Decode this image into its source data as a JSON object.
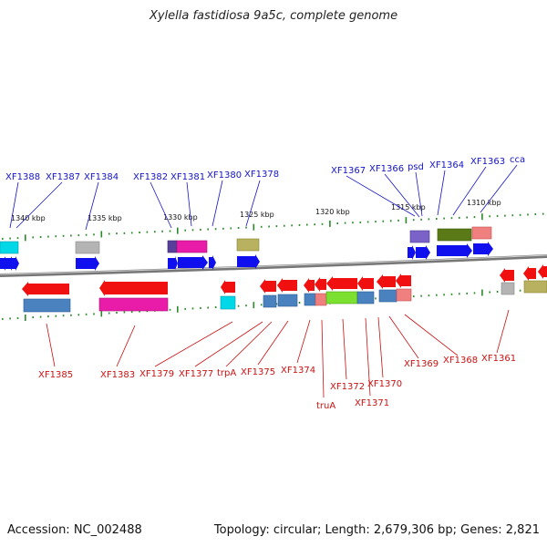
{
  "title": "Xylella fastidiosa 9a5c, complete genome",
  "footer": {
    "accession": "Accession: NC_002488",
    "summary": "Topology: circular; Length: 2,679,306 bp; Genes: 2,821"
  },
  "colors": {
    "backbone": "#8c8c8c",
    "tick": "#2a8a2a",
    "label_top": "#1414c8",
    "label_bottom": "#cc1111",
    "leader_top": "#1414c8",
    "leader_bottom": "#cc1111"
  },
  "scale_labels": [
    {
      "text": "1340 kbp"
    },
    {
      "text": "1335 kbp"
    },
    {
      "text": "1330 kbp"
    },
    {
      "text": "1325 kbp"
    },
    {
      "text": "1320 kbp"
    },
    {
      "text": "1315 kbp"
    },
    {
      "text": "1310 kbp"
    }
  ],
  "top_labels": [
    {
      "text": "XF1388"
    },
    {
      "text": "XF1387"
    },
    {
      "text": "XF1384"
    },
    {
      "text": "XF1382"
    },
    {
      "text": "XF1381"
    },
    {
      "text": "XF1380"
    },
    {
      "text": "XF1378"
    },
    {
      "text": "XF1367"
    },
    {
      "text": "XF1366"
    },
    {
      "text": "psd"
    },
    {
      "text": "XF1364"
    },
    {
      "text": "XF1363"
    },
    {
      "text": "cca"
    }
  ],
  "bottom_labels": [
    {
      "text": "XF1385"
    },
    {
      "text": "XF1383"
    },
    {
      "text": "XF1379"
    },
    {
      "text": "XF1377"
    },
    {
      "text": "trpA"
    },
    {
      "text": "XF1375"
    },
    {
      "text": "XF1374"
    },
    {
      "text": "truA"
    },
    {
      "text": "XF1372"
    },
    {
      "text": "XF1371"
    },
    {
      "text": "XF1370"
    },
    {
      "text": "XF1369"
    },
    {
      "text": "XF1368"
    },
    {
      "text": "XF1361"
    }
  ]
}
